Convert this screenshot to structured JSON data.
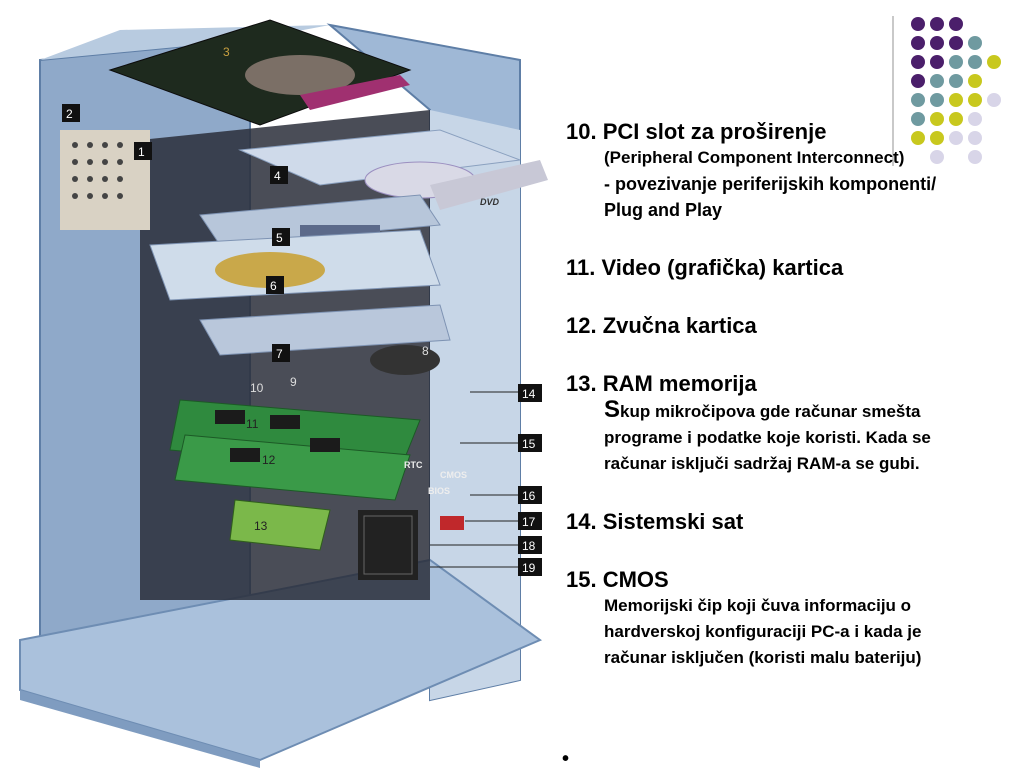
{
  "illustration": {
    "label_numbers": [
      "1",
      "2",
      "3",
      "4",
      "5",
      "6",
      "7",
      "8",
      "9",
      "10",
      "11",
      "12",
      "13",
      "14",
      "15",
      "16",
      "17",
      "18",
      "19"
    ],
    "dvd_label": "DVD",
    "chip_labels": [
      "RTC",
      "CMOS",
      "BIOS"
    ]
  },
  "decoration": {
    "colors": {
      "purple": "#4b1f6b",
      "teal": "#6f9aa0",
      "lime": "#c8c81e",
      "lavender": "#d8d5e8"
    }
  },
  "items": [
    {
      "heading": "10.  PCI slot za proširenje",
      "lines": [
        "(Peripheral Component Interconnect)",
        "- povezivanje periferijskih komponenti/",
        "Plug and Play"
      ]
    },
    {
      "heading": "11. Video (grafička) kartica",
      "lines": []
    },
    {
      "heading": "12. Zvučna kartica",
      "lines": []
    },
    {
      "heading": "13. RAM memorija",
      "first_letter": "S",
      "lines": [
        "kup mikročipova gde računar smešta",
        "programe i podatke koje koristi. Kada se",
        "računar isključi sadržaj RAM-a se gubi."
      ]
    },
    {
      "heading": "14. Sistemski sat",
      "lines": []
    },
    {
      "heading": "15. CMOS",
      "lines": [
        "Memorijski čip koji čuva informaciju o",
        "hardverskoj konfiguraciji PC-a i kada je",
        "računar isključen (koristi malu bateriju)"
      ]
    }
  ],
  "bullet": "•"
}
